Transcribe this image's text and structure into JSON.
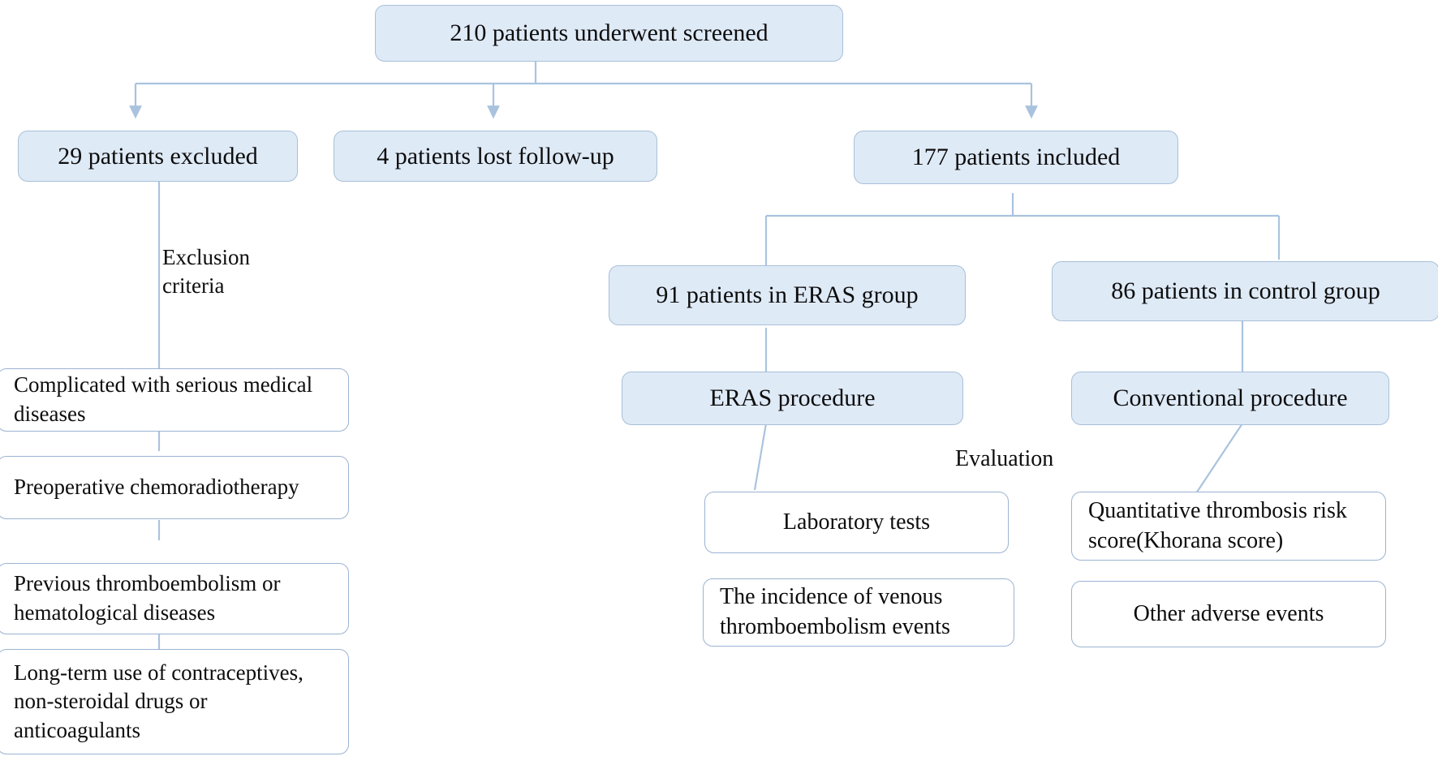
{
  "diagram": {
    "type": "flowchart",
    "title_text": "210 patients underwent screened",
    "colors": {
      "filled_fill": "#dfeaf7",
      "filled_border": "#a8bfd8",
      "outline_fill": "#ffffff",
      "outline_border": "#9bb3d2",
      "connector": "#a9c3de",
      "text": "#0d0d0d",
      "background": "#ffffff"
    },
    "nodes": {
      "screened": {
        "label": "210 patients underwent screened",
        "style": "filled"
      },
      "excluded": {
        "label": "29 patients excluded",
        "style": "filled"
      },
      "lost_followup": {
        "label": "4 patients lost follow-up",
        "style": "filled"
      },
      "included": {
        "label": "177 patients included",
        "style": "filled"
      },
      "eras_group": {
        "label": "91 patients in ERAS group",
        "style": "filled"
      },
      "control_group": {
        "label": "86 patients in control group",
        "style": "filled"
      },
      "eras_procedure": {
        "label": "ERAS procedure",
        "style": "filled"
      },
      "conventional_procedure": {
        "label": "Conventional procedure",
        "style": "filled"
      },
      "exclusion_1": {
        "label": "Complicated with serious medical diseases",
        "style": "outline"
      },
      "exclusion_2": {
        "label": "Preoperative chemoradiotherapy",
        "style": "outline"
      },
      "exclusion_3": {
        "label": "Previous thromboembolism or hematological diseases",
        "style": "outline"
      },
      "exclusion_4": {
        "label": "Long-term use of contraceptives, non-steroidal drugs or anticoagulants",
        "style": "outline"
      },
      "lab_tests": {
        "label": "Laboratory tests",
        "style": "outline"
      },
      "vte_incidence": {
        "label": "The incidence of venous thromboembolism events",
        "style": "outline"
      },
      "khorana": {
        "label": "Quantitative thrombosis risk score(Khorana score)",
        "style": "outline"
      },
      "other_adverse": {
        "label": "Other adverse events",
        "style": "outline"
      }
    },
    "free_labels": {
      "exclusion_criteria": "Exclusion\ncriteria",
      "evaluation": "Evaluation"
    }
  }
}
